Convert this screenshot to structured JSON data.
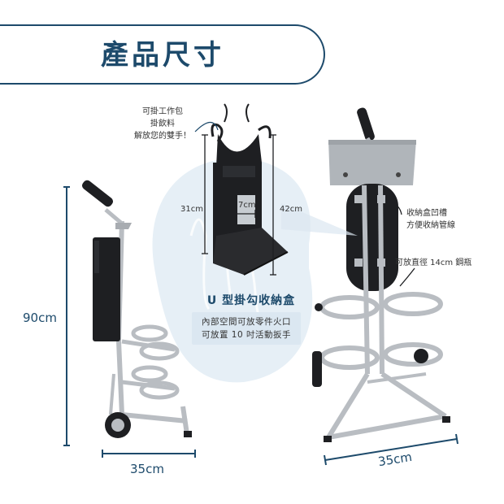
{
  "title": "產品尺寸",
  "dimensions": {
    "height_cart": "90cm",
    "width_left": "35cm",
    "width_right": "35cm",
    "box_left_height": "31cm",
    "box_right_height": "42cm",
    "box_depth": "7cm"
  },
  "notes": {
    "hook_line1": "可掛工作包",
    "hook_line2": "掛飲料",
    "hook_line3": "解放您的雙手！",
    "groove_line1": "收納盒凹槽",
    "groove_line2": "方便收納管線",
    "bottle_note": "可放直徑 14cm 鋼瓶"
  },
  "feature": {
    "title": "U 型掛勾收納盒",
    "desc_line1": "內部空間可放零件火口",
    "desc_line2": "可放置 10 吋活動扳手"
  },
  "colors": {
    "brand": "#1d4a6b",
    "blob": "#e6eff6",
    "frame": "#b9bdc2",
    "box": "#1e1f22"
  }
}
